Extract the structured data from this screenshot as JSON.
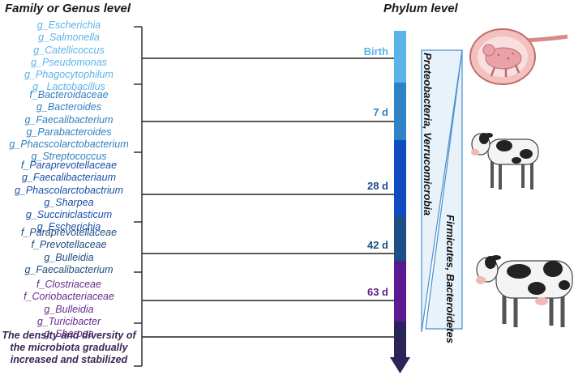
{
  "headers": {
    "left": "Family or Genus level",
    "right": "Phylum level"
  },
  "groups": [
    [
      "g_Escherichia",
      "g_Salmonella",
      "g_Catellicoccus",
      "g_Pseudomonas",
      "g_Phagocytophilum",
      "g_ Lactobacillus"
    ],
    [
      "f_Bacteroidaceae",
      "g_Bacteroides",
      "g_Faecalibacterium",
      "g_Parabacteroides",
      "g_Phacscolarctobacterium",
      "g_Streptococcus"
    ],
    [
      "f_Paraprevotellaceae",
      "g_Faecalibacteriaum",
      "g_Phascolarctobactrium",
      "g_Sharpea",
      "g_Succiniclasticum",
      "g_Escherichia"
    ],
    [
      "f_Paraprevotellaceae",
      "f_Prevotellaceae",
      "g_Bulleidia",
      "g_Faecalibacterium"
    ],
    [
      "f_Clostriaceae",
      "f_Coriobacteriaceae",
      "g_Bulleidia",
      "g_Turicibacter",
      "g_Sharpea"
    ],
    [
      "The density and diversity of",
      "the microbiota gradually",
      "increased and stabilized"
    ]
  ],
  "stages": [
    {
      "label": "Birth",
      "color": "#5ab4e8"
    },
    {
      "label": "7 d",
      "color": "#2f7fc1"
    },
    {
      "label": "28 d",
      "color": "#1b4a8a"
    },
    {
      "label": "42 d",
      "color": "#1c4f7c"
    },
    {
      "label": "63 d",
      "color": "#5a1f86"
    }
  ],
  "segment_colors": [
    "#5ab4e8",
    "#2e82c6",
    "#0f4cbf",
    "#1b4f85",
    "#5b1a92",
    "#2b2458"
  ],
  "phyla": {
    "left": "Proteobacteria, Verrucomicrobia",
    "right": "Firmicutes, Bacteroidetes"
  },
  "images": [
    "fetus-in-uterus",
    "calf",
    "adult-cow"
  ]
}
